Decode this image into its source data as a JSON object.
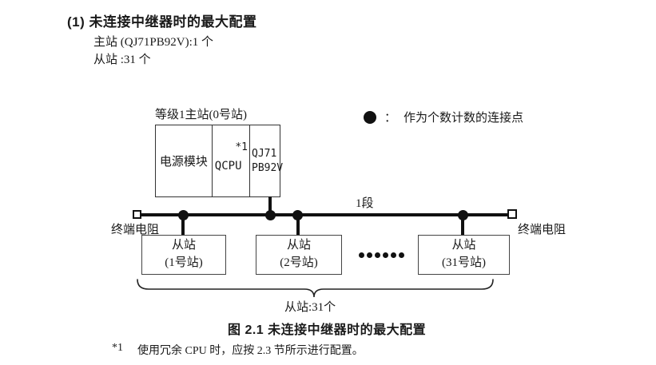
{
  "header": {
    "title": "(1) 未连接中继器时的最大配置",
    "master_count_line": "主站 (QJ71PB92V):1 个",
    "slave_count_line": "从站 :31 个"
  },
  "legend": {
    "dot_icon": "connection-point",
    "colon": "：",
    "text": "作为个数计数的连接点"
  },
  "diagram": {
    "master": {
      "label": "等级1主站(0号站)",
      "cells": {
        "power": "电源模块",
        "cpu": "QCPU",
        "cpu_note": "*1",
        "pb_line1": "QJ71",
        "pb_line2": "PB92V"
      }
    },
    "segment_label": "1段",
    "terminator_left": "终端电阻",
    "terminator_right": "终端电阻",
    "slaves": [
      {
        "line1": "从站",
        "line2": "(1号站)"
      },
      {
        "line1": "从站",
        "line2": "(2号站)"
      },
      {
        "line1": "从站",
        "line2": "(31号站)"
      }
    ],
    "ellipsis_dots": 6,
    "brace_label": "从站:31个"
  },
  "caption": "图 2.1 未连接中继器时的最大配置",
  "footnote": {
    "marker": "*1",
    "text": "使用冗余 CPU 时，应按 2.3 节所示进行配置。"
  },
  "colors": {
    "ink": "#1a1a1a",
    "line": "#111111",
    "box_border": "#444444",
    "background": "#ffffff"
  }
}
